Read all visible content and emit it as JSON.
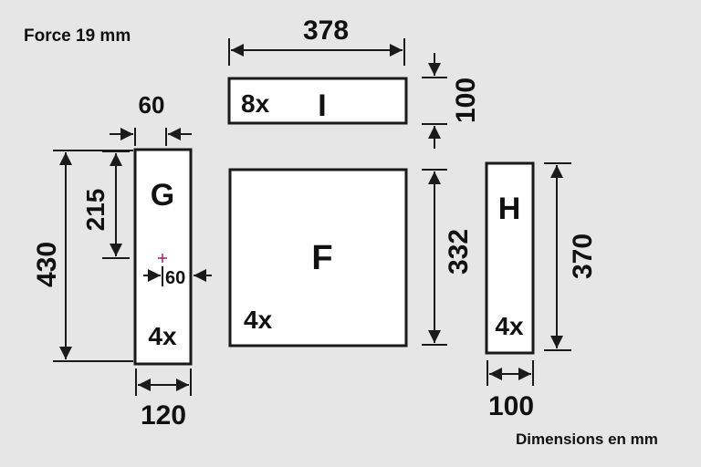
{
  "header": {
    "material": "Force 19 mm"
  },
  "footer": {
    "units_note": "Dimensions en mm"
  },
  "colors": {
    "background": "#e6e6e6",
    "panel": "#ffffff",
    "stroke": "#1a1a1a",
    "marker": "#a0206e"
  },
  "panels": {
    "I": {
      "letter": "I",
      "qty": "8x",
      "width": "378",
      "height": "100"
    },
    "F": {
      "letter": "F",
      "qty": "4x",
      "height": "332"
    },
    "G": {
      "letter": "G",
      "qty": "4x",
      "width": "120",
      "overall_height": "430",
      "hole_offset_top": "215",
      "top_notch": "60",
      "hole_offset_side": "60"
    },
    "H": {
      "letter": "H",
      "qty": "4x",
      "width": "100",
      "height": "370"
    }
  }
}
